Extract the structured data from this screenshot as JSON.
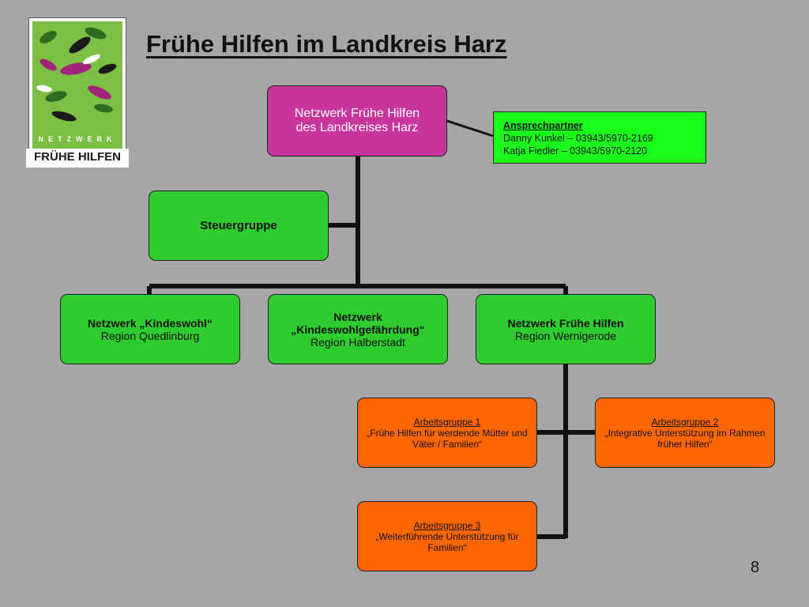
{
  "slide": {
    "title": "Frühe Hilfen im Landkreis Harz",
    "page_number": "8"
  },
  "logo": {
    "line1": "NETZWERK",
    "line2": "FRÜHE HILFEN"
  },
  "root": {
    "line1": "Netzwerk Frühe Hilfen",
    "line2": "des Landkreises Harz"
  },
  "contact": {
    "heading": "Ansprechpartner",
    "person1": "Danny Kunkel – 03943/5970-2169",
    "person2": "Katja Fiedler – 03943/5970-2120"
  },
  "steering": {
    "label": "Steuergruppe"
  },
  "networks": [
    {
      "line1": "Netzwerk „Kindeswohl“",
      "line2": "Region Quedlinburg"
    },
    {
      "line1": "Netzwerk",
      "line2": "„Kindeswohlgefährdung“",
      "line3": "Region Halberstadt"
    },
    {
      "line1": "Netzwerk Frühe Hilfen",
      "line2": "Region Wernigerode"
    }
  ],
  "workgroups": [
    {
      "heading": "Arbeitsgruppe 1",
      "line1": "„Frühe Hilfen für werdende Mütter und",
      "line2": "Väter / Familien“"
    },
    {
      "heading": "Arbeitsgruppe 2",
      "line1": "„Integrative Unterstützung im Rahmen",
      "line2": "früher Hilfen“"
    },
    {
      "heading": "Arbeitsgruppe 3",
      "line1": "„Weiterführende Unterstützung für",
      "line2": "Familien“"
    }
  ],
  "colors": {
    "background": "#a6a6a6",
    "root": "#c8359b",
    "network": "#2ecc2e",
    "contact": "#19ff19",
    "workgroup": "#ff6600"
  }
}
